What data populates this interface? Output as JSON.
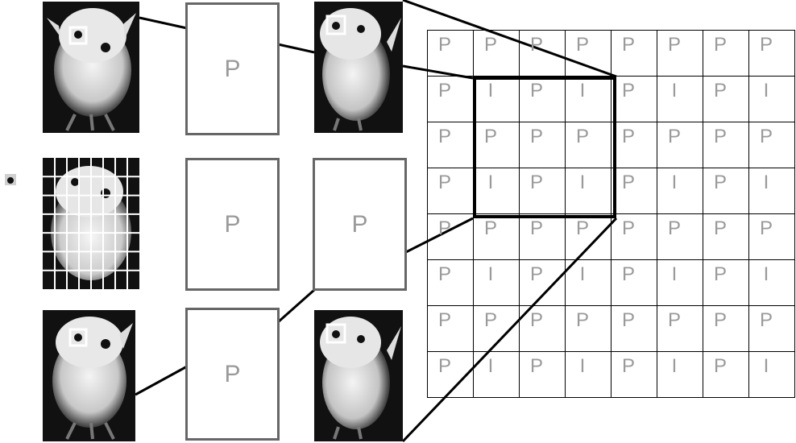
{
  "diagram": {
    "frames": {
      "top_middle": "P",
      "middle_center": "P",
      "middle_right": "P",
      "bottom_middle": "P"
    },
    "photo_grid": {
      "rows": 7,
      "cols": 8,
      "line_color": "#ffffff"
    },
    "macroblock_grid": {
      "rows": [
        [
          "P",
          "P",
          "P",
          "P",
          "P",
          "P",
          "P",
          "P"
        ],
        [
          "P",
          "I",
          "P",
          "I",
          "P",
          "I",
          "P",
          "I"
        ],
        [
          "P",
          "P",
          "P",
          "P",
          "P",
          "P",
          "P",
          "P"
        ],
        [
          "P",
          "I",
          "P",
          "I",
          "P",
          "I",
          "P",
          "I"
        ],
        [
          "P",
          "P",
          "P",
          "P",
          "P",
          "P",
          "P",
          "P"
        ],
        [
          "P",
          "I",
          "P",
          "I",
          "P",
          "I",
          "P",
          "I"
        ],
        [
          "P",
          "P",
          "P",
          "P",
          "P",
          "P",
          "P",
          "P"
        ],
        [
          "P",
          "I",
          "P",
          "I",
          "P",
          "I",
          "P",
          "I"
        ]
      ]
    },
    "colors": {
      "frame_border": "#666666",
      "label_gray": "#9a9a9a",
      "highlight_box": "#ffffff",
      "lines": "#000000"
    }
  }
}
